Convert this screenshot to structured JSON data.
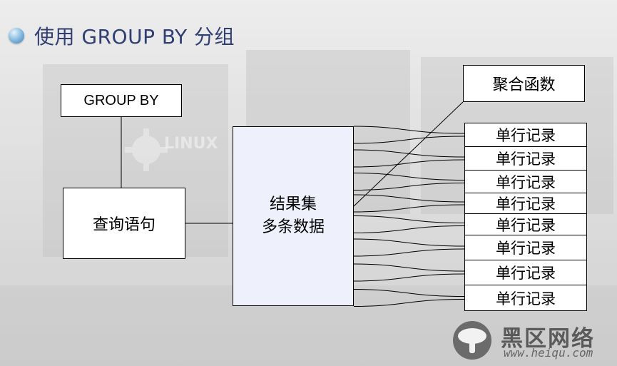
{
  "title": "使用 GROUP BY 分组",
  "boxes": {
    "group_by": "GROUP BY",
    "query": "查询语句",
    "result_line1": "结果集",
    "result_line2": "多条数据",
    "aggregate": "聚合函数"
  },
  "records": [
    "单行记录",
    "单行记录",
    "单行记录",
    "单行记录",
    "单行记录",
    "单行记录",
    "单行记录",
    "单行记录"
  ],
  "background_text": "LINUX",
  "watermark": {
    "name": "黑区网络",
    "url": "www.heiqu.com",
    "icon": "mushroom-logo-icon"
  },
  "colors": {
    "title": "#2f3e73",
    "result_fill": "#eef0fb",
    "bullet": "#5a9ad0"
  }
}
